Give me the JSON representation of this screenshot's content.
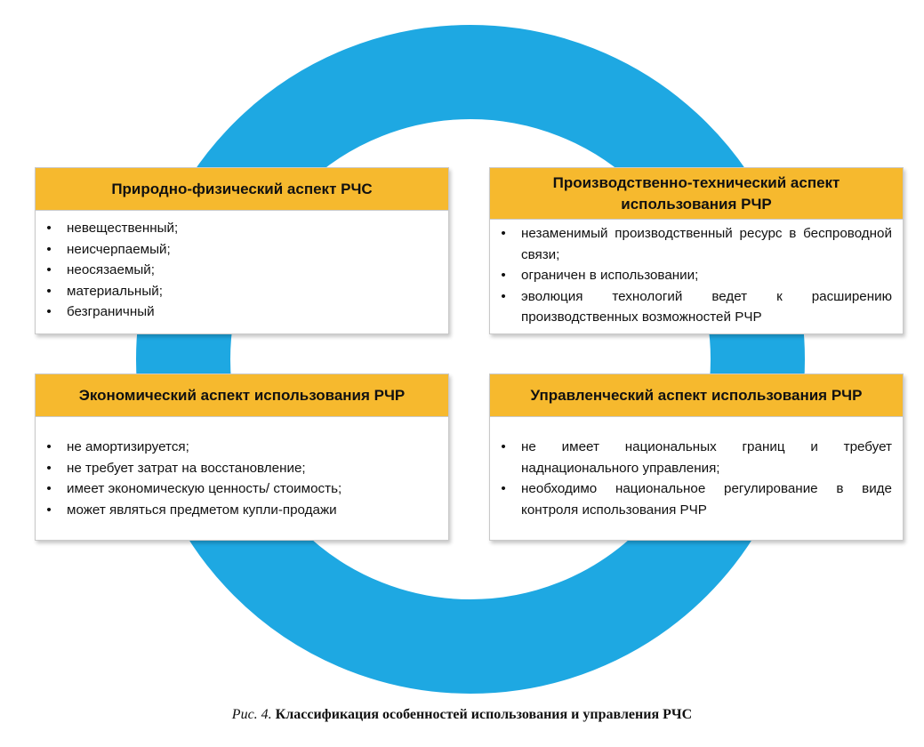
{
  "colors": {
    "ring": "#1ea8e2",
    "header": "#f6b92e"
  },
  "cards": [
    {
      "title": "Природно-физический аспект РЧС",
      "items": [
        "невещественный;",
        "неисчерпаемый;",
        "неосязаемый;",
        "материальный;",
        "безграничный"
      ]
    },
    {
      "title": "Производственно-технический аспект использования РЧР",
      "items": [
        "незаменимый производственный ресурс в беспроводной связи;",
        "ограничен в использовании;",
        "эволюция технологий ведет к расширению производственных возможностей РЧР"
      ]
    },
    {
      "title": "Экономический аспект использования РЧР",
      "items": [
        "не амортизируется;",
        "не требует затрат на восстановление;",
        "имеет экономическую ценность/ стоимость;",
        "может являться предметом купли-продажи"
      ]
    },
    {
      "title": "Управленческий аспект использования РЧР",
      "items": [
        "не имеет национальных границ и требует наднационального управления;",
        "необходимо национальное регулирование в виде контроля использования РЧР"
      ]
    }
  ],
  "caption": {
    "lead": "Рис. 4.",
    "text": "Классификация особенностей использования и управления РЧС"
  },
  "bullet": "•"
}
